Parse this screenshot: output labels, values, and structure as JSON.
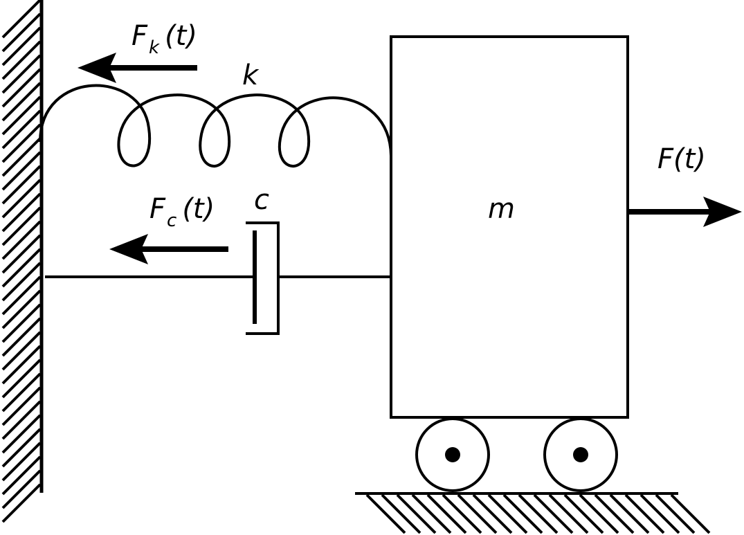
{
  "labels": {
    "spring_force": {
      "main": "F",
      "sub": "k",
      "arg": "(t)"
    },
    "spring_constant": "k",
    "damper_force": {
      "main": "F",
      "sub": "c",
      "arg": "(t)"
    },
    "damping_coefficient": "c",
    "mass": "m",
    "applied_force": "F(t)"
  },
  "colors": {
    "stroke": "#000000",
    "background": "#ffffff"
  }
}
